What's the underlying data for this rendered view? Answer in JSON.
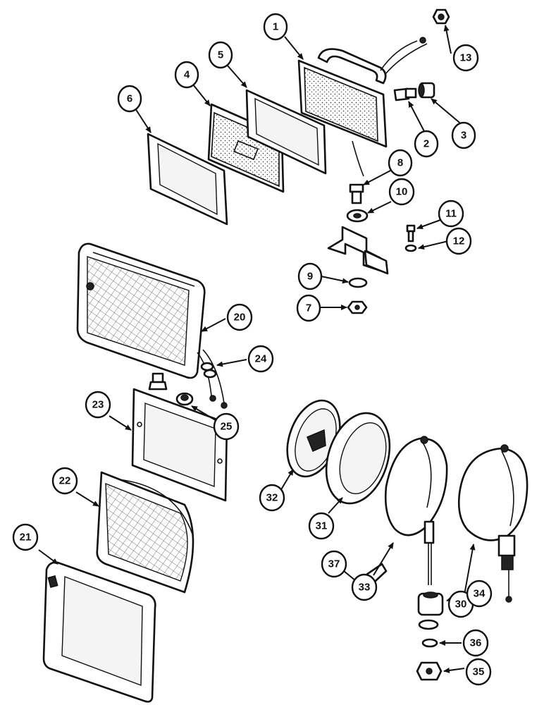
{
  "diagram": {
    "callouts": [
      {
        "id": "callout-1",
        "label": "1"
      },
      {
        "id": "callout-2",
        "label": "2"
      },
      {
        "id": "callout-3",
        "label": "3"
      },
      {
        "id": "callout-4",
        "label": "4"
      },
      {
        "id": "callout-5",
        "label": "5"
      },
      {
        "id": "callout-6",
        "label": "6"
      },
      {
        "id": "callout-7",
        "label": "7"
      },
      {
        "id": "callout-8",
        "label": "8"
      },
      {
        "id": "callout-9",
        "label": "9"
      },
      {
        "id": "callout-10",
        "label": "10"
      },
      {
        "id": "callout-11",
        "label": "11"
      },
      {
        "id": "callout-12",
        "label": "12"
      },
      {
        "id": "callout-13",
        "label": "13"
      },
      {
        "id": "callout-20",
        "label": "20"
      },
      {
        "id": "callout-21",
        "label": "21"
      },
      {
        "id": "callout-22",
        "label": "22"
      },
      {
        "id": "callout-23",
        "label": "23"
      },
      {
        "id": "callout-24",
        "label": "24"
      },
      {
        "id": "callout-25",
        "label": "25"
      },
      {
        "id": "callout-30",
        "label": "30"
      },
      {
        "id": "callout-31",
        "label": "31"
      },
      {
        "id": "callout-32",
        "label": "32"
      },
      {
        "id": "callout-33",
        "label": "33"
      },
      {
        "id": "callout-34",
        "label": "34"
      },
      {
        "id": "callout-35",
        "label": "35"
      },
      {
        "id": "callout-36",
        "label": "36"
      },
      {
        "id": "callout-37",
        "label": "37"
      }
    ]
  }
}
